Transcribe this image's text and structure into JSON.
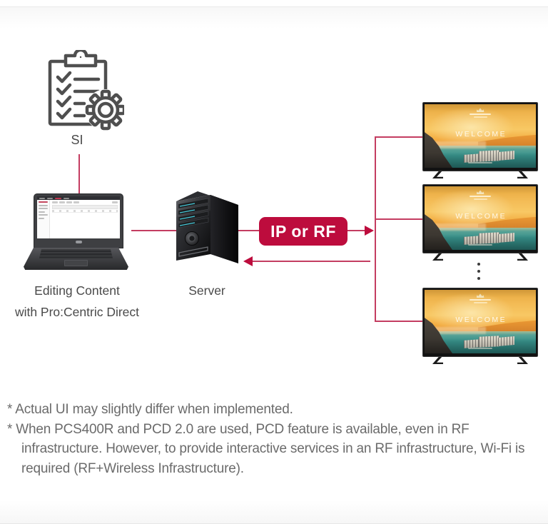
{
  "page": {
    "si_label": "SI",
    "laptop_caption_line1": "Editing Content",
    "laptop_caption_line2": "with Pro:Centric Direct",
    "server_label": "Server",
    "transport_badge": "IP or RF",
    "tv_welcome": "WELCOME",
    "footnotes": [
      "* Actual UI may slightly differ when implemented.",
      "* When PCS400R and PCD 2.0 are used, PCD feature is available, even in RF infrastructure. However, to provide interactive services in an RF infrastructure, Wi-Fi is required (RF+Wireless Infrastructure)."
    ],
    "icons": {
      "si": "clipboard-gear-icon",
      "more_tvs": "vertical-ellipsis-icon"
    },
    "colors": {
      "connector_line": "#c43d61",
      "badge_bg": "#bd0c3d",
      "badge_text": "#ffffff",
      "icon_stroke": "#4f4f4f",
      "caption_text": "#4a4a4a",
      "footnote_text": "#6b6b6b",
      "tv_sea": "#37908a",
      "tv_sky": "#f3bb55"
    }
  }
}
